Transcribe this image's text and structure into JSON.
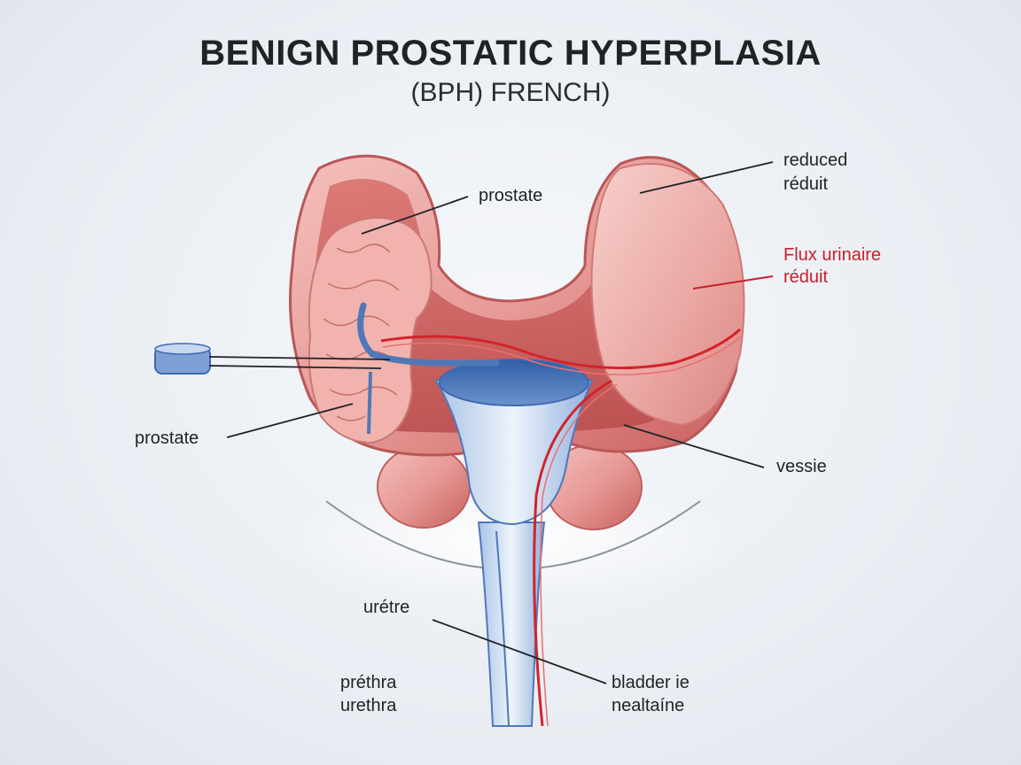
{
  "title": "BENIGN PROSTATIC HYPERPLASIA",
  "subtitle": "(BPH) FRENCH)",
  "labels": {
    "prostate_top": "prostate",
    "reduced_line1": "reduced",
    "reduced_line2": "réduit",
    "flux_line1": "Flux urinaire",
    "flux_line2": "réduit",
    "prostate_left": "prostate",
    "vessie": "vessie",
    "uretre": "urétre",
    "prethra_line1": "préthra",
    "prethra_line2": "urethra",
    "bladder_line1": "bladder ie",
    "bladder_line2": "nealtaíne"
  },
  "colors": {
    "tissue": "#e79a97",
    "tissue_dark": "#c9605f",
    "prostate_lobe": "#f2b3ae",
    "urethra_blue": "#4f78b8",
    "vessel_red": "#d3232a",
    "flux_label": "#c8202a"
  }
}
